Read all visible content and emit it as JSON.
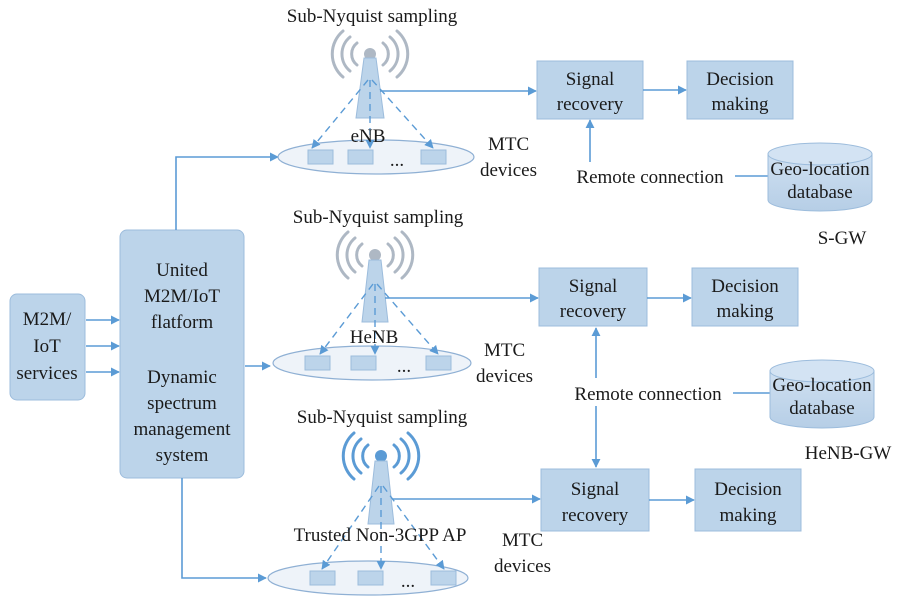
{
  "services": {
    "line1": "M2M/",
    "line2": "IoT",
    "line3": "services"
  },
  "platform": {
    "line1": "United",
    "line2": "M2M/IoT",
    "line3": "flatform",
    "line4": "Dynamic",
    "line5": "spectrum",
    "line6": "management",
    "line7": "system"
  },
  "top": {
    "sampling": "Sub-Nyquist sampling",
    "station": "eNB",
    "mtc1": "MTC",
    "mtc2": "devices",
    "ellipsis": "...",
    "recovery1": "Signal",
    "recovery2": "recovery",
    "decision1": "Decision",
    "decision2": "making",
    "remote": "Remote connection",
    "geo1": "Geo-location",
    "geo2": "database",
    "gw": "S-GW"
  },
  "middle": {
    "sampling": "Sub-Nyquist sampling",
    "station": "HeNB",
    "mtc1": "MTC",
    "mtc2": "devices",
    "ellipsis": "...",
    "recovery1": "Signal",
    "recovery2": "recovery",
    "decision1": "Decision",
    "decision2": "making",
    "remote": "Remote connection",
    "geo1": "Geo-location",
    "geo2": "database",
    "gw": "HeNB-GW"
  },
  "bottom": {
    "sampling": "Sub-Nyquist sampling",
    "station": "Trusted Non-3GPP AP",
    "mtc1": "MTC",
    "mtc2": "devices",
    "ellipsis": "...",
    "recovery1": "Signal",
    "recovery2": "recovery",
    "decision1": "Decision",
    "decision2": "making"
  },
  "colors": {
    "box_fill": "#bcd4ea",
    "line": "#5b9bd5",
    "tower_gray": "#aeb8c4",
    "tower_blue": "#5b9bd5"
  }
}
